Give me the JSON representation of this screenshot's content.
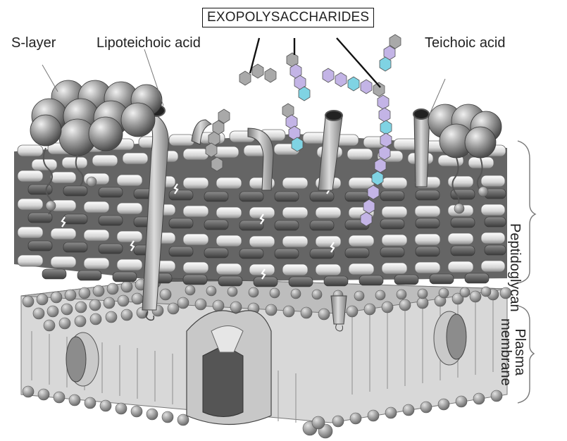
{
  "labels": {
    "exopolysaccharides": "EXOPOLYSACCHARIDES",
    "s_layer": "S-layer",
    "lipoteichoic_acid": "Lipoteichoic acid",
    "teichoic_acid": "Teichoic acid",
    "peptidoglycan": "Peptidoglycan",
    "plasma": "Plasma",
    "membrane": "membrane"
  },
  "colors": {
    "sugar_gray": "#a9a9a9",
    "sugar_lavender": "#c3b4e6",
    "sugar_cyan": "#7fd3e3",
    "bead": "#9a9a9a",
    "membrane_fill": "#bdbdbd",
    "protein": "#7a7a7a"
  },
  "icons": [
    "hexagon-sugar",
    "sphere-s-layer",
    "cylinder-glycan",
    "lipid-bead",
    "channel-protein"
  ]
}
